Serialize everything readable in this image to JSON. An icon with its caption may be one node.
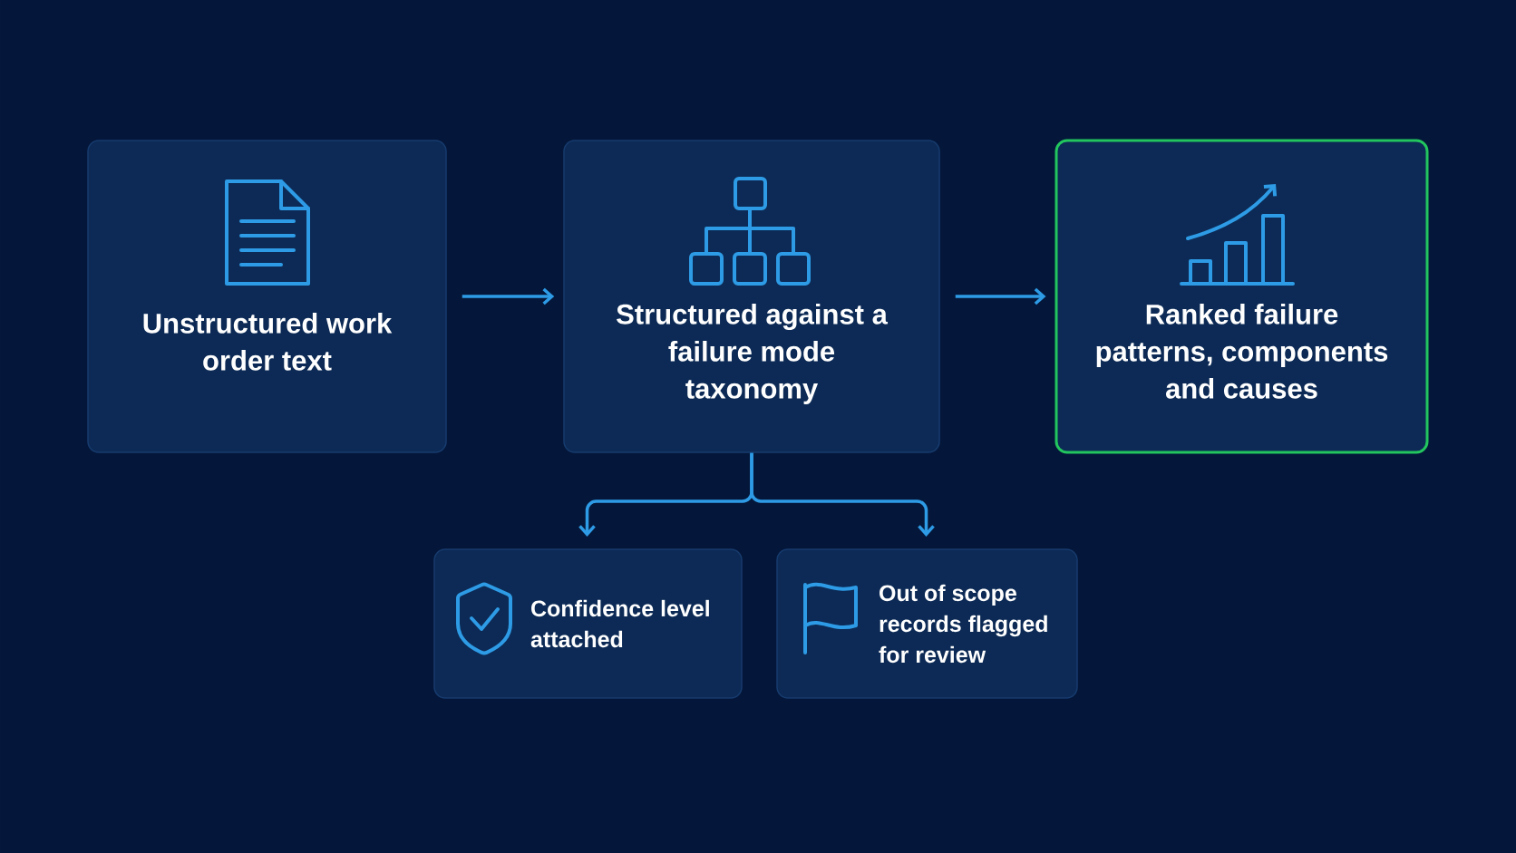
{
  "diagram": {
    "nodes": [
      {
        "text": [
          "Unstructured work order text"
        ]
      },
      {
        "text": [
          "Structured against a failure mode taxonomy"
        ]
      },
      {
        "text": [
          "Ranked failure patterns, components and causes"
        ]
      },
      {
        "text": [
          "Confidence level attached"
        ]
      },
      {
        "text": [
          "Out of scope records flagged for review"
        ]
      }
    ],
    "edges": [
      {
        "from": 0,
        "to": 1,
        "arrow": "to"
      },
      {
        "from": 1,
        "to": 2,
        "arrow": "to"
      },
      {
        "from": 1,
        "to": 3,
        "arrow": "to"
      },
      {
        "from": 1,
        "to": 4,
        "arrow": "to"
      }
    ]
  }
}
